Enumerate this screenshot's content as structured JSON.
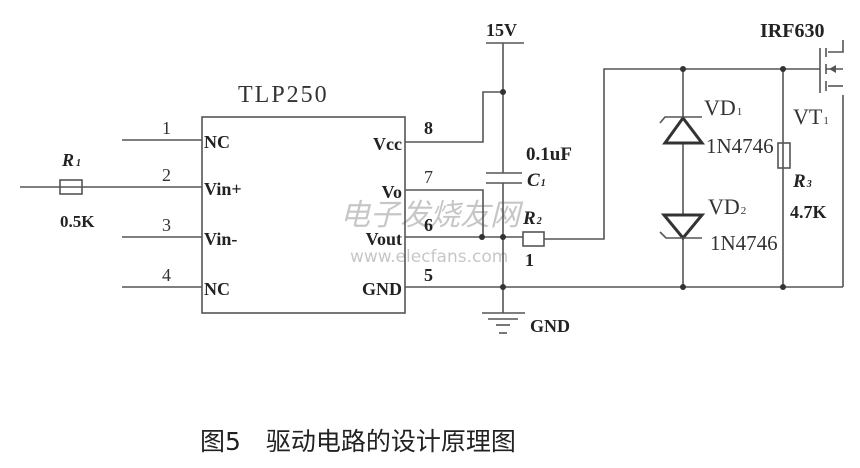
{
  "ic": {
    "name": "TLP250",
    "left_pins": [
      {
        "num": "1",
        "label": "NC"
      },
      {
        "num": "2",
        "label": "Vin+"
      },
      {
        "num": "3",
        "label": "Vin-"
      },
      {
        "num": "4",
        "label": "NC"
      }
    ],
    "right_pins": [
      {
        "num": "8",
        "label": "Vcc"
      },
      {
        "num": "7",
        "label": "Vo"
      },
      {
        "num": "6",
        "label": "Vout"
      },
      {
        "num": "5",
        "label": "GND"
      }
    ]
  },
  "components": {
    "r1": {
      "ref": "R",
      "sub": "1",
      "value": "0.5K"
    },
    "c1": {
      "ref": "C",
      "sub": "1",
      "value": "0.1uF"
    },
    "r2": {
      "ref": "R",
      "sub": "2",
      "value": "1"
    },
    "r3": {
      "ref": "R",
      "sub": "3",
      "value": "4.7K"
    },
    "vd1": {
      "ref": "VD",
      "sub": "1",
      "value": "1N4746"
    },
    "vd2": {
      "ref": "VD",
      "sub": "2",
      "value": "1N4746"
    },
    "vt1": {
      "ref": "VT",
      "sub": "1",
      "value": "IRF630"
    }
  },
  "supply": "15V",
  "ground": "GND",
  "caption": "图5　驱动电路的设计原理图",
  "watermark": {
    "text": "电子发烧友网",
    "url": "www.elecfans.com"
  }
}
